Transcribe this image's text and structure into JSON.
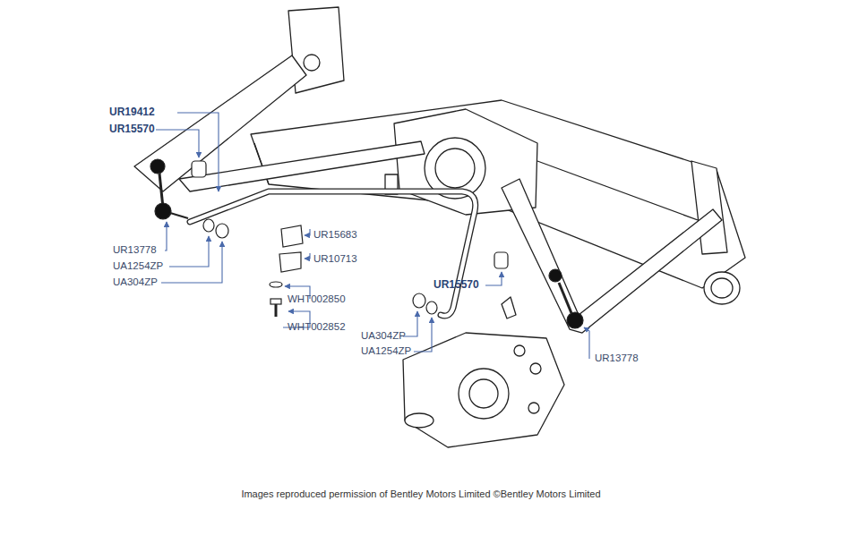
{
  "diagram": {
    "caption": "Images reproduced permission of Bentley Motors Limited ©Bentley Motors Limited",
    "labels": [
      "UR19412",
      "UR15570",
      "UR13778",
      "UA1254ZP",
      "UA304ZP",
      "UR15683",
      "UR10713",
      "WHT002850",
      "WHT002852",
      "UR15570",
      "UA304ZP",
      "UA1254ZP",
      "UR13778"
    ]
  }
}
